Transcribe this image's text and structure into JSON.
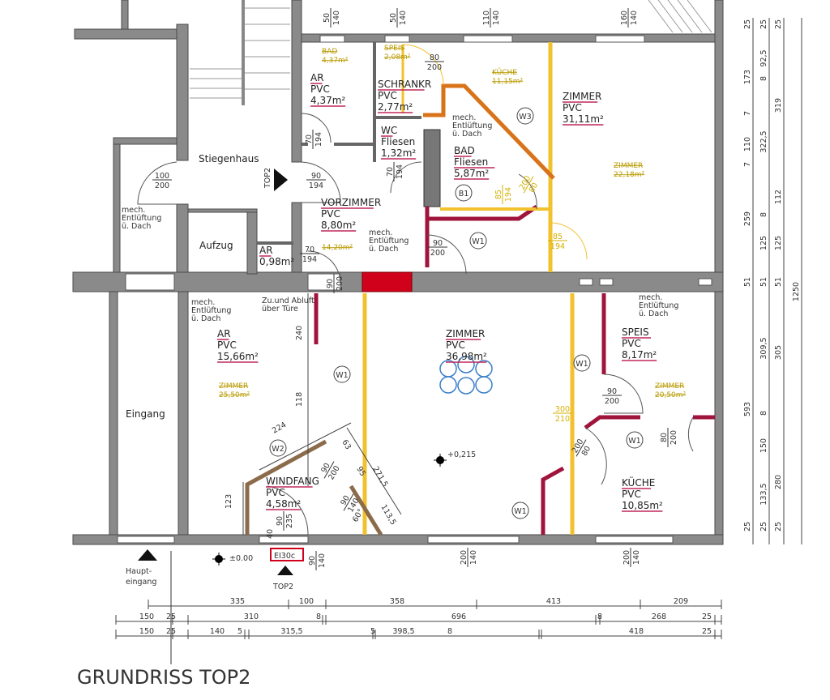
{
  "title": "GRUNDRISS TOP2",
  "colors": {
    "wall": "#8a8a8a",
    "new_wall": "#a0143c",
    "removed_wall": "#f2c12e",
    "wall_w3": "#d9731a",
    "wall_w2": "#8b6b4a",
    "fire_door": "#d0021b",
    "furniture": "#3a7fc8",
    "underline": "#c0285a"
  },
  "rooms": [
    {
      "name": "AR",
      "floor": "PVC",
      "area": "4,37m²"
    },
    {
      "name": "SCHRANKR",
      "floor": "PVC",
      "area": "2,77m²"
    },
    {
      "name": "WC",
      "floor": "Fliesen",
      "area": "1,32m²"
    },
    {
      "name": "BAD",
      "floor": "Fliesen",
      "area": "5,87m²"
    },
    {
      "name": "ZIMMER",
      "floor": "PVC",
      "area": "31,11m²"
    },
    {
      "name": "VORZIMMER",
      "floor": "PVC",
      "area": "8,80m²"
    },
    {
      "name": "AR",
      "floor": "",
      "area": "0,98m²"
    },
    {
      "name": "Stiegenhaus",
      "floor": "",
      "area": ""
    },
    {
      "name": "Aufzug",
      "floor": "",
      "area": ""
    },
    {
      "name": "Eingang",
      "floor": "",
      "area": ""
    },
    {
      "name": "AR",
      "floor": "PVC",
      "area": "15,66m²"
    },
    {
      "name": "ZIMMER",
      "floor": "PVC",
      "area": "36,98m²"
    },
    {
      "name": "SPEIS",
      "floor": "PVC",
      "area": "8,17m²"
    },
    {
      "name": "KÜCHE",
      "floor": "PVC",
      "area": "10,85m²"
    },
    {
      "name": "WINDFANG",
      "floor": "PVC",
      "area": "4,58m²"
    }
  ],
  "old_labels": [
    {
      "name": "BAD",
      "area": "4,37m²"
    },
    {
      "name": "SPEIS",
      "area": "2,08m²"
    },
    {
      "name": "KÜCHE",
      "area": "11,15m²"
    },
    {
      "name": "ZIMMER",
      "area": "22,18m²"
    },
    {
      "name": "",
      "area": "14,20m²"
    },
    {
      "name": "ZIMMER",
      "area": "25,50m²"
    },
    {
      "name": "ZIMMER",
      "area": "20,50m²"
    }
  ],
  "notes": [
    [
      "mech.",
      "Entlüftung",
      "ü. Dach"
    ],
    [
      "mech.",
      "Entlüftung",
      "ü. Dach"
    ],
    [
      "mech.",
      "Entlüftung",
      "ü. Dach"
    ],
    [
      "mech.",
      "Entlüftung",
      "ü. Dach"
    ],
    [
      "mech.",
      "Entlüftung",
      "ü. Dach"
    ],
    [
      "Zu.und Abluft",
      "über Türe"
    ]
  ],
  "openings": [
    [
      "100",
      "200"
    ],
    [
      "90",
      "194"
    ],
    [
      "70",
      "194"
    ],
    [
      "80",
      "200"
    ],
    [
      "70",
      "194"
    ],
    [
      "90",
      "200"
    ],
    [
      "70",
      "194"
    ],
    [
      "90",
      "200"
    ],
    [
      "85",
      "194"
    ],
    [
      "300",
      "210"
    ],
    [
      "90",
      "200"
    ],
    [
      "80",
      "200"
    ],
    [
      "200",
      "80"
    ],
    [
      "90",
      "200"
    ],
    [
      "90",
      "140"
    ],
    [
      "90",
      "235"
    ],
    [
      "90",
      "140"
    ],
    [
      "200",
      "140"
    ],
    [
      "200",
      "140"
    ],
    [
      "50",
      "140"
    ],
    [
      "50",
      "140"
    ],
    [
      "110",
      "140"
    ],
    [
      "160",
      "140"
    ],
    [
      "85",
      "194"
    ],
    [
      "200",
      "80"
    ]
  ],
  "wall_tags": [
    "W3",
    "B1",
    "W1",
    "W1",
    "W1",
    "W1",
    "W1",
    "W2"
  ],
  "inner_dims": [
    "240",
    "118",
    "224",
    "63",
    "95",
    "271,5",
    "113,5",
    "123",
    "60°",
    "40"
  ],
  "fire_rating": "EI30c",
  "levels": [
    "±0.00",
    "+0,215"
  ],
  "markers": {
    "stair_top": "TOP2",
    "entry_top": "TOP2",
    "main_entrance": [
      "Haupt-",
      "eingang"
    ]
  },
  "bottom_dims": {
    "row1": [
      "335",
      "100",
      "358",
      "413",
      "209"
    ],
    "row2": [
      "150",
      "25",
      "310",
      "8",
      "696",
      "8",
      "268",
      "25"
    ],
    "row3": [
      "150",
      "25",
      "140",
      "5",
      "315,5",
      "5",
      "398,5",
      "8",
      "418",
      "25"
    ]
  },
  "right_dims": {
    "col1": [
      "25",
      "173",
      "7",
      "110",
      "7",
      "259",
      "51",
      "593",
      "25"
    ],
    "col2": [
      "25",
      "92,5",
      "8",
      "322,5",
      "8",
      "125",
      "51",
      "309,5",
      "8",
      "150",
      "133,5",
      "25"
    ],
    "col3": [
      "25",
      "319",
      "112",
      "125",
      "51",
      "305",
      "280",
      "25"
    ],
    "col4": [
      "1250"
    ]
  }
}
